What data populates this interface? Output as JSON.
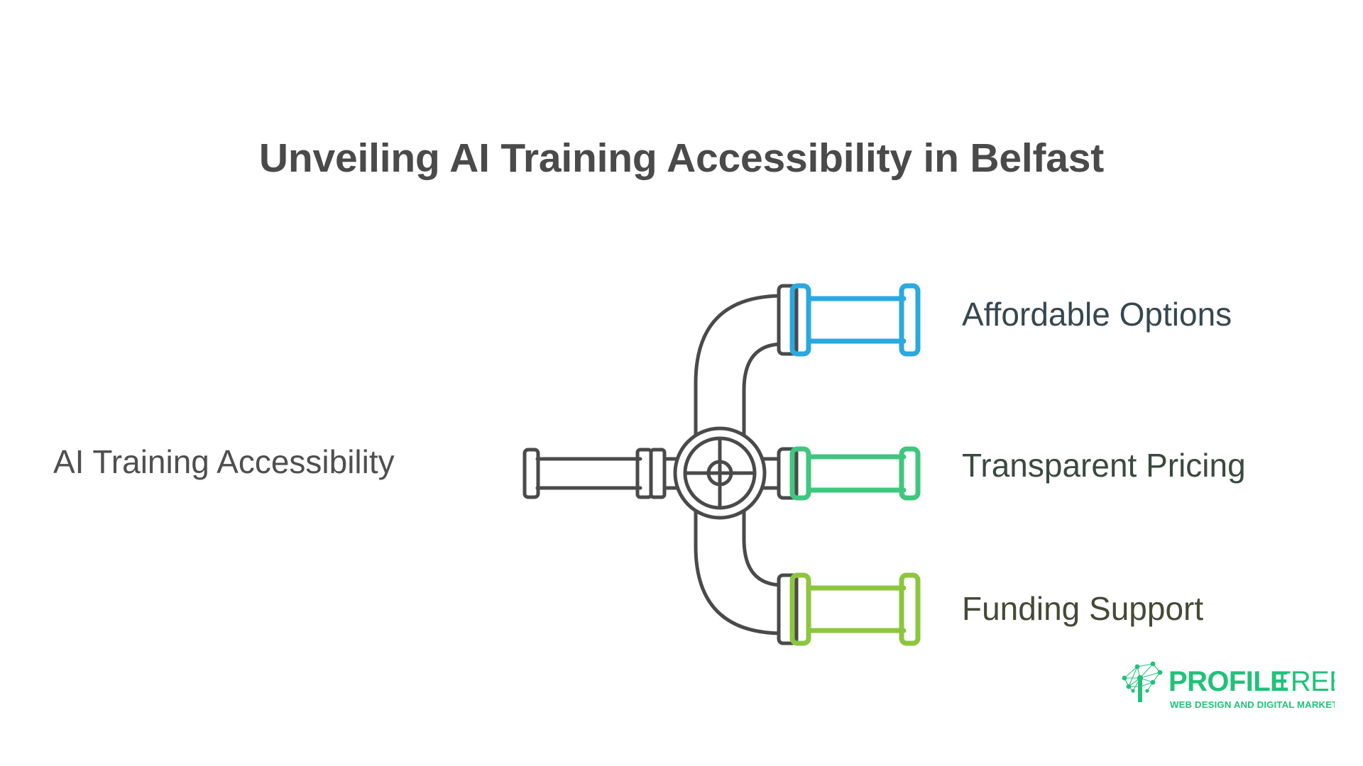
{
  "slide": {
    "title": "Unveiling AI Training Accessibility in Belfast",
    "background_color": "#ffffff"
  },
  "diagram": {
    "type": "pipe-valve-distribution",
    "source": {
      "label": "AI Training Accessibility",
      "color": "#4a4a4a",
      "icon": "pipe-inlet-icon"
    },
    "valve": {
      "icon": "valve-wheel-icon",
      "color": "#4a4a4a"
    },
    "branches": [
      {
        "label": "Affordable Options",
        "pipe_color": "#29a9e0",
        "text_color": "#36474f",
        "connector": "elbow-up-icon",
        "position": "top"
      },
      {
        "label": "Transparent Pricing",
        "pipe_color": "#3fc77f",
        "text_color": "#3a4a40",
        "connector": "straight-icon",
        "position": "middle"
      },
      {
        "label": "Funding Support",
        "pipe_color": "#8cc63f",
        "text_color": "#444a36",
        "connector": "elbow-down-icon",
        "position": "bottom"
      }
    ]
  },
  "logo": {
    "name_bold": "PROFILE",
    "name_light": "TREE",
    "tagline": "WEB DESIGN AND DIGITAL MARKETING",
    "color": "#22c17a",
    "mark": "network-tree-icon"
  }
}
